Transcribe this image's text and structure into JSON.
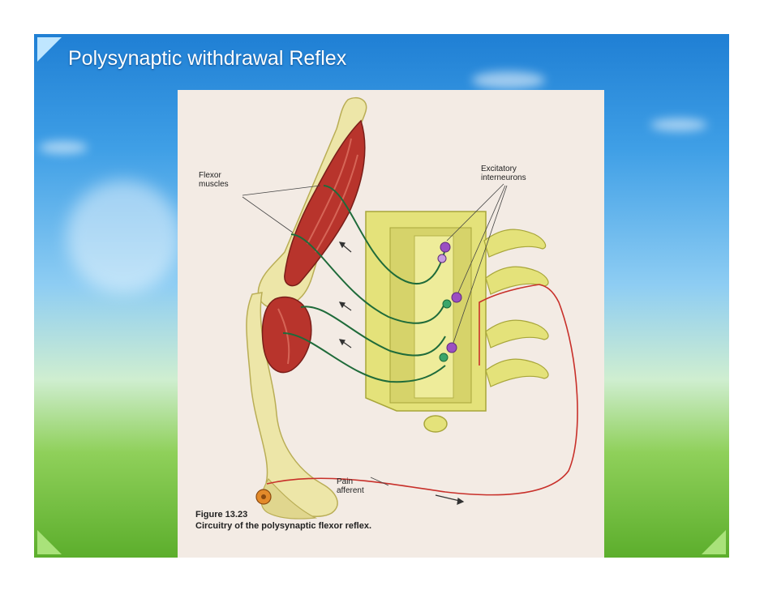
{
  "slide": {
    "title": "Polysynaptic withdrawal Reflex"
  },
  "figure": {
    "labels": {
      "flexor_line1": "Flexor",
      "flexor_line2": "muscles",
      "excitatory_line1": "Excitatory",
      "excitatory_line2": "interneurons",
      "pain_line1": "Pain",
      "pain_line2": "afferent"
    },
    "caption_number": "Figure 13.23",
    "caption_text": "Circuitry of the polysynaptic flexor reflex."
  },
  "colors": {
    "sky": "#3f9fe6",
    "grass": "#5cae2c",
    "panel": "#f3ebe4",
    "muscle": "#b8342c",
    "bone": "#ede6a8",
    "spinal_cord": "#e4e27a",
    "motor_nerve": "#1f6b3a",
    "afferent_nerve": "#c8302a",
    "interneuron": "#9b4fc2"
  }
}
